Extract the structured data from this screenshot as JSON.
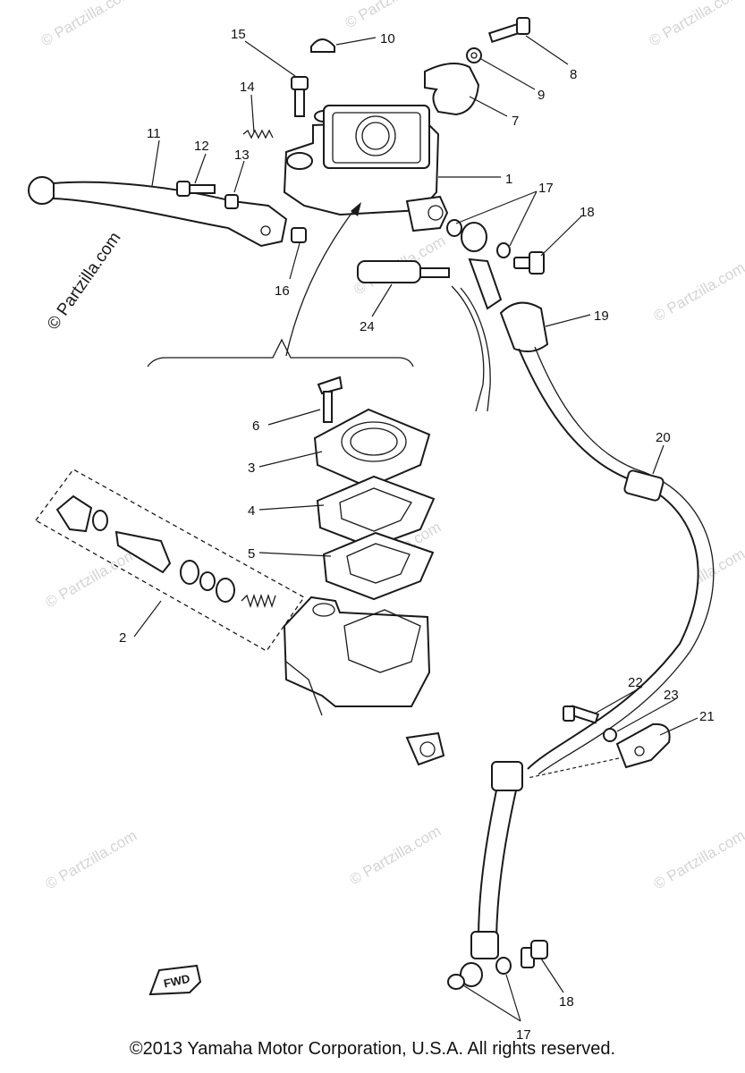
{
  "watermark": "© Partzilla.com",
  "watermark_main": "© Partzilla.com",
  "callouts": [
    "1",
    "2",
    "3",
    "4",
    "5",
    "6",
    "7",
    "8",
    "9",
    "10",
    "11",
    "12",
    "13",
    "14",
    "15",
    "16",
    "17",
    "17",
    "18",
    "18",
    "19",
    "20",
    "21",
    "22",
    "23",
    "24"
  ],
  "fwd_tag": "FWD",
  "copyright": "©2013 Yamaha Motor Corporation, U.S.A. All rights reserved."
}
